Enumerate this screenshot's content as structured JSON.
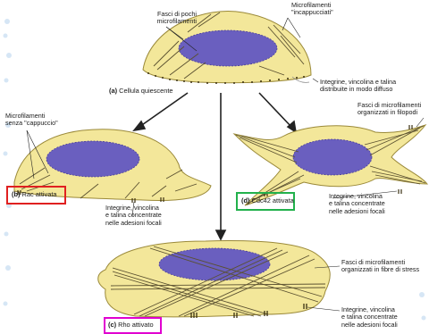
{
  "colors": {
    "cell_fill": "#f3e79a",
    "cell_stroke": "#9b8a3a",
    "nucleus_fill": "#6a5fbf",
    "fiber_stroke": "#5a5030",
    "red_box": "#e02020",
    "green_box": "#22b14c",
    "magenta_box": "#e000d0",
    "side_dots": "#cfe0f0"
  },
  "labels": {
    "top_left": [
      "Fasci di pochi",
      "microfilamenti"
    ],
    "top_right": [
      "Microfilamenti",
      "\"incappucciati\""
    ],
    "top_caption_letter": "(a)",
    "top_caption_text": "Cellula quiescente",
    "top_bottom_right": [
      "Integrine, vincolina e talina",
      "distribuite in modo diffuso"
    ],
    "left_top": [
      "Microfilamenti",
      "senza \"cappuccio\""
    ],
    "left_caption_letter": "(b)",
    "left_caption_text": "Rac attivata",
    "left_bottom": [
      "Integrine, vincolina",
      "e talina concentrate",
      "nelle adesioni focali"
    ],
    "right_top": [
      "Fasci di microfilamenti",
      "organizzati in filopodi"
    ],
    "right_caption_letter": "(d)",
    "right_caption_text": "Cdc42 attivata",
    "right_bottom": [
      "Integrine, vincolina",
      "e talina concentrate",
      "nelle adesioni focali"
    ],
    "bottom_right_top": [
      "Fasci di microfilamenti",
      "organizzati in fibre di stress"
    ],
    "bottom_caption_letter": "(c)",
    "bottom_caption_text": "Rho attivato",
    "bottom_right_bottom": [
      "Integrine, vincolina",
      "e talina concentrate",
      "nelle adesioni focali"
    ]
  }
}
